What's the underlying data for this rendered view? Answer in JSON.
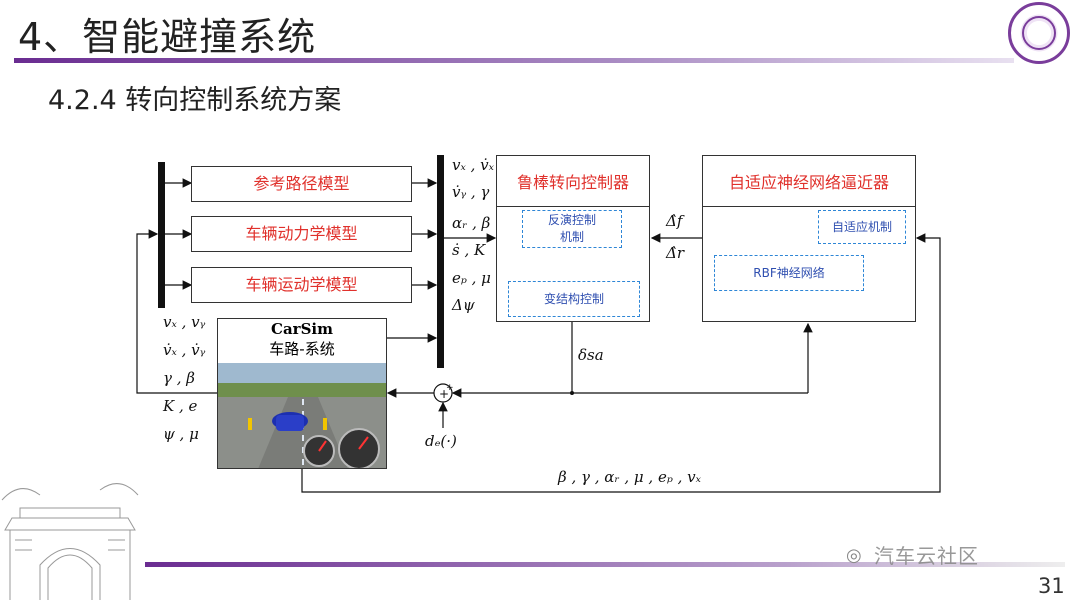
{
  "header": {
    "title": "4、智能避撞系统",
    "subtitle": "4.2.4  转向控制系统方案"
  },
  "footer": {
    "page": "31",
    "watermark": "汽车云社区",
    "watermark_icon": "wechat-icon"
  },
  "colors": {
    "accent": "#6a2c91",
    "red": "#e0312c",
    "blue": "#2e86d6",
    "line": "#333333"
  },
  "diagram": {
    "models": [
      "参考路径模型",
      "车辆动力学模型",
      "车辆运动学模型"
    ],
    "carsim": {
      "title": "CarSim",
      "subtitle": "车路-系统"
    },
    "controller": {
      "title": "鲁棒转向控制器",
      "inner_top": "反演控制\n机制",
      "inner_bottom": "变结构控制"
    },
    "approximator": {
      "title": "自适应神经网络逼近器",
      "adaptive": "自适应机制",
      "rbf": "RBF神经网络"
    },
    "bus_labels": [
      "vₓ , v̇ₓ",
      "v̇ᵧ , γ",
      "αᵣ , β",
      "ṡ , K",
      "eₚ , μ",
      "Δψ"
    ],
    "left_labels": [
      "vₓ , vᵧ",
      "v̇ₓ , v̇ᵧ",
      "γ , β",
      "K , e",
      "ψ , μ"
    ],
    "delta_f": "Δ̂f",
    "delta_r": "Δ̂r",
    "delta_sa": "δsa",
    "disturbance": "dₑ(·)",
    "feedback_label": "β , γ , αᵣ , μ , eₚ , vₓ"
  }
}
